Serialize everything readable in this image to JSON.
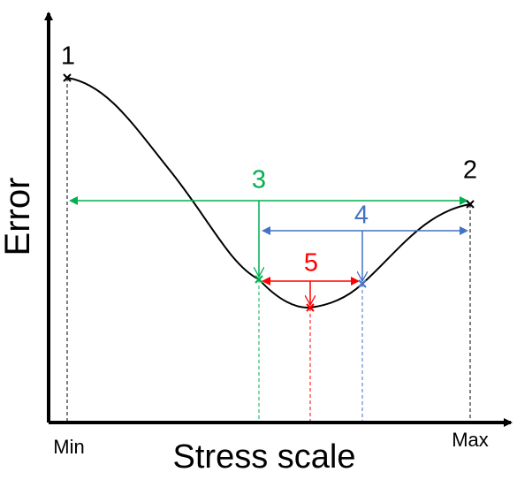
{
  "axes": {
    "ylabel": "Error",
    "xlabel": "Stress scale",
    "x_min_label": "Min",
    "x_max_label": "Max"
  },
  "points": [
    {
      "label": "1",
      "color": "#000000"
    },
    {
      "label": "2",
      "color": "#000000"
    },
    {
      "label": "3",
      "color": "#00b050"
    },
    {
      "label": "4",
      "color": "#4472c4"
    },
    {
      "label": "5",
      "color": "#ff0000"
    }
  ],
  "colors": {
    "axis": "#000000",
    "curve": "#000000",
    "green": "#00b050",
    "blue": "#4472c4",
    "red": "#ff0000"
  }
}
